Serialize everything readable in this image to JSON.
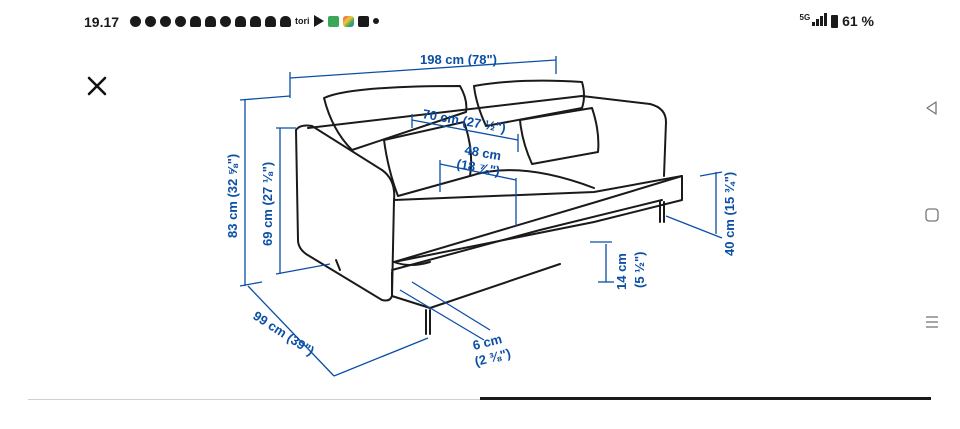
{
  "status_bar": {
    "time": "19.17",
    "notification_icons": [
      "facebook-icon",
      "facebook-icon",
      "facebook-messenger-icon",
      "facebook-icon",
      "snapchat-icon",
      "snapchat-icon",
      "messenger-icon",
      "snapchat-icon",
      "snapchat-icon",
      "snapchat-icon",
      "snapchat-icon",
      "tori-icon",
      "play-store-icon",
      "green-app-icon",
      "colorful-app-icon",
      "robot-icon",
      "dot-icon"
    ],
    "tori_label": "tori",
    "network": "5G",
    "battery": "61 %"
  },
  "colors": {
    "dimension_blue": "#0b4fa6",
    "drawing_line": "#1a1a1a"
  },
  "dimensions": {
    "width": "198 cm (78\")",
    "back_height": "83 cm (32 ⅝\")",
    "arm_height": "69 cm (27 ⅛\")",
    "depth": "99 cm (39\")",
    "seat_width": "70 cm (27 ½\")",
    "seat_depth_cm": "48 cm",
    "seat_depth_in": "(18 ⅞\")",
    "seat_height": "40 cm (15 ¾\")",
    "leg_height_cm": "14 cm",
    "leg_height_in": "(5 ½\")",
    "leg_width_cm": "6 cm",
    "leg_width_in": "(2 ⅜\")"
  },
  "navigation": {
    "close": "close-icon",
    "back": "back-icon",
    "home": "home-icon",
    "recents": "recents-icon"
  }
}
